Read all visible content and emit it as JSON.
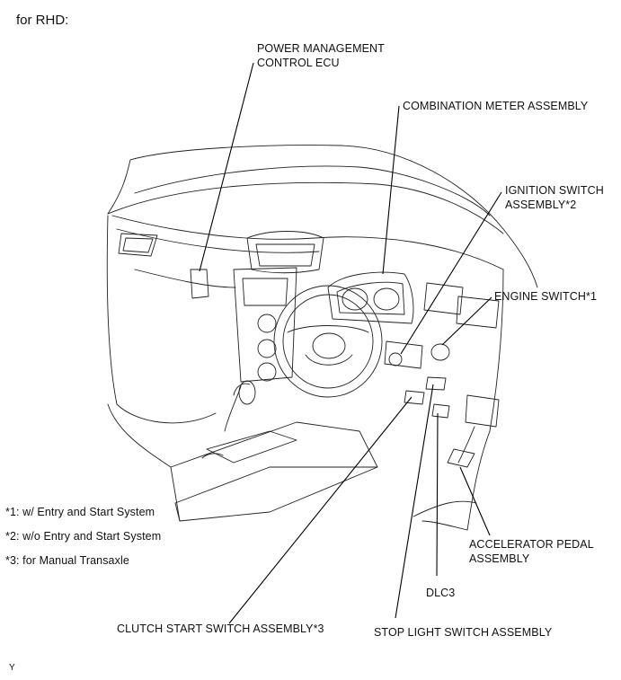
{
  "header": "for RHD:",
  "labels": {
    "power_management_ecu": [
      "POWER MANAGEMENT",
      "CONTROL ECU"
    ],
    "combination_meter": "COMBINATION METER ASSEMBLY",
    "ignition_switch": [
      "IGNITION SWITCH",
      "ASSEMBLY*2"
    ],
    "engine_switch": "ENGINE SWITCH*1",
    "accelerator_pedal": [
      "ACCELERATOR PEDAL",
      "ASSEMBLY"
    ],
    "dlc3": "DLC3",
    "stop_light_switch": "STOP LIGHT SWITCH ASSEMBLY",
    "clutch_start_switch": "CLUTCH START SWITCH ASSEMBLY*3"
  },
  "footnotes": [
    "*1: w/ Entry and Start System",
    "*2: w/o Entry and Start System",
    "*3: for Manual Transaxle"
  ],
  "corner_mark": "Y"
}
